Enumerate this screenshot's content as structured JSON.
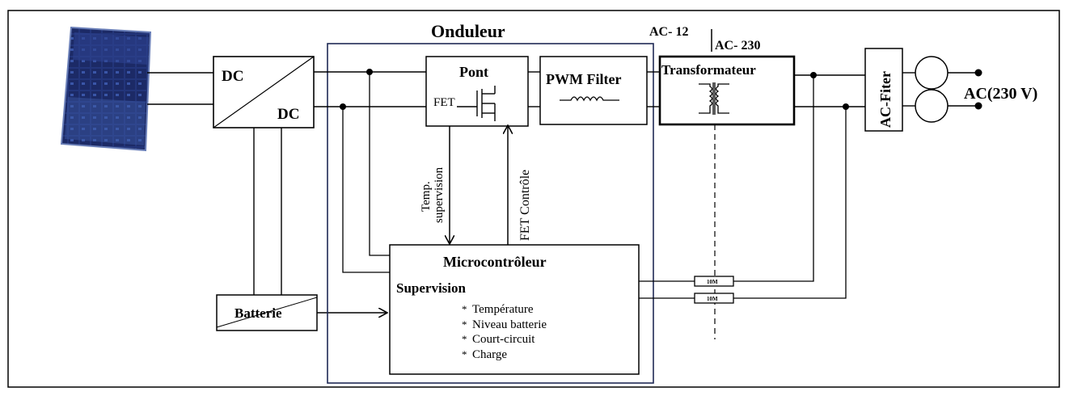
{
  "labels": {
    "onduleur": "Onduleur",
    "dc_top": "DC",
    "dc_bottom": "DC",
    "pont": "Pont",
    "fet": "FET",
    "pwm_filter": "PWM Filter",
    "transformateur": "Transformateur",
    "ac12": "AC- 12",
    "ac230": "AC- 230",
    "ac_filter": "AC-Fiter",
    "ac_out": "AC(230 V)",
    "temp_supervision_1": "Temp.",
    "temp_supervision_2": "supervision",
    "fet_controle": "FET Contrôle",
    "microcontroleur": "Microcontrôleur",
    "supervision": "Supervision",
    "batterie": "Batterie",
    "resistor_1": "10M",
    "resistor_2": "10M"
  },
  "supervision_items": [
    "Température",
    "Niveau batterie",
    "Court-circuit",
    "Charge"
  ],
  "bullet": "*",
  "colors": {
    "line": "#000000",
    "onduleur_border": "#1f2a55",
    "solar_dark": "#1c2a66",
    "solar_mid": "#2d4390",
    "solar_light": "#7f95c8"
  }
}
